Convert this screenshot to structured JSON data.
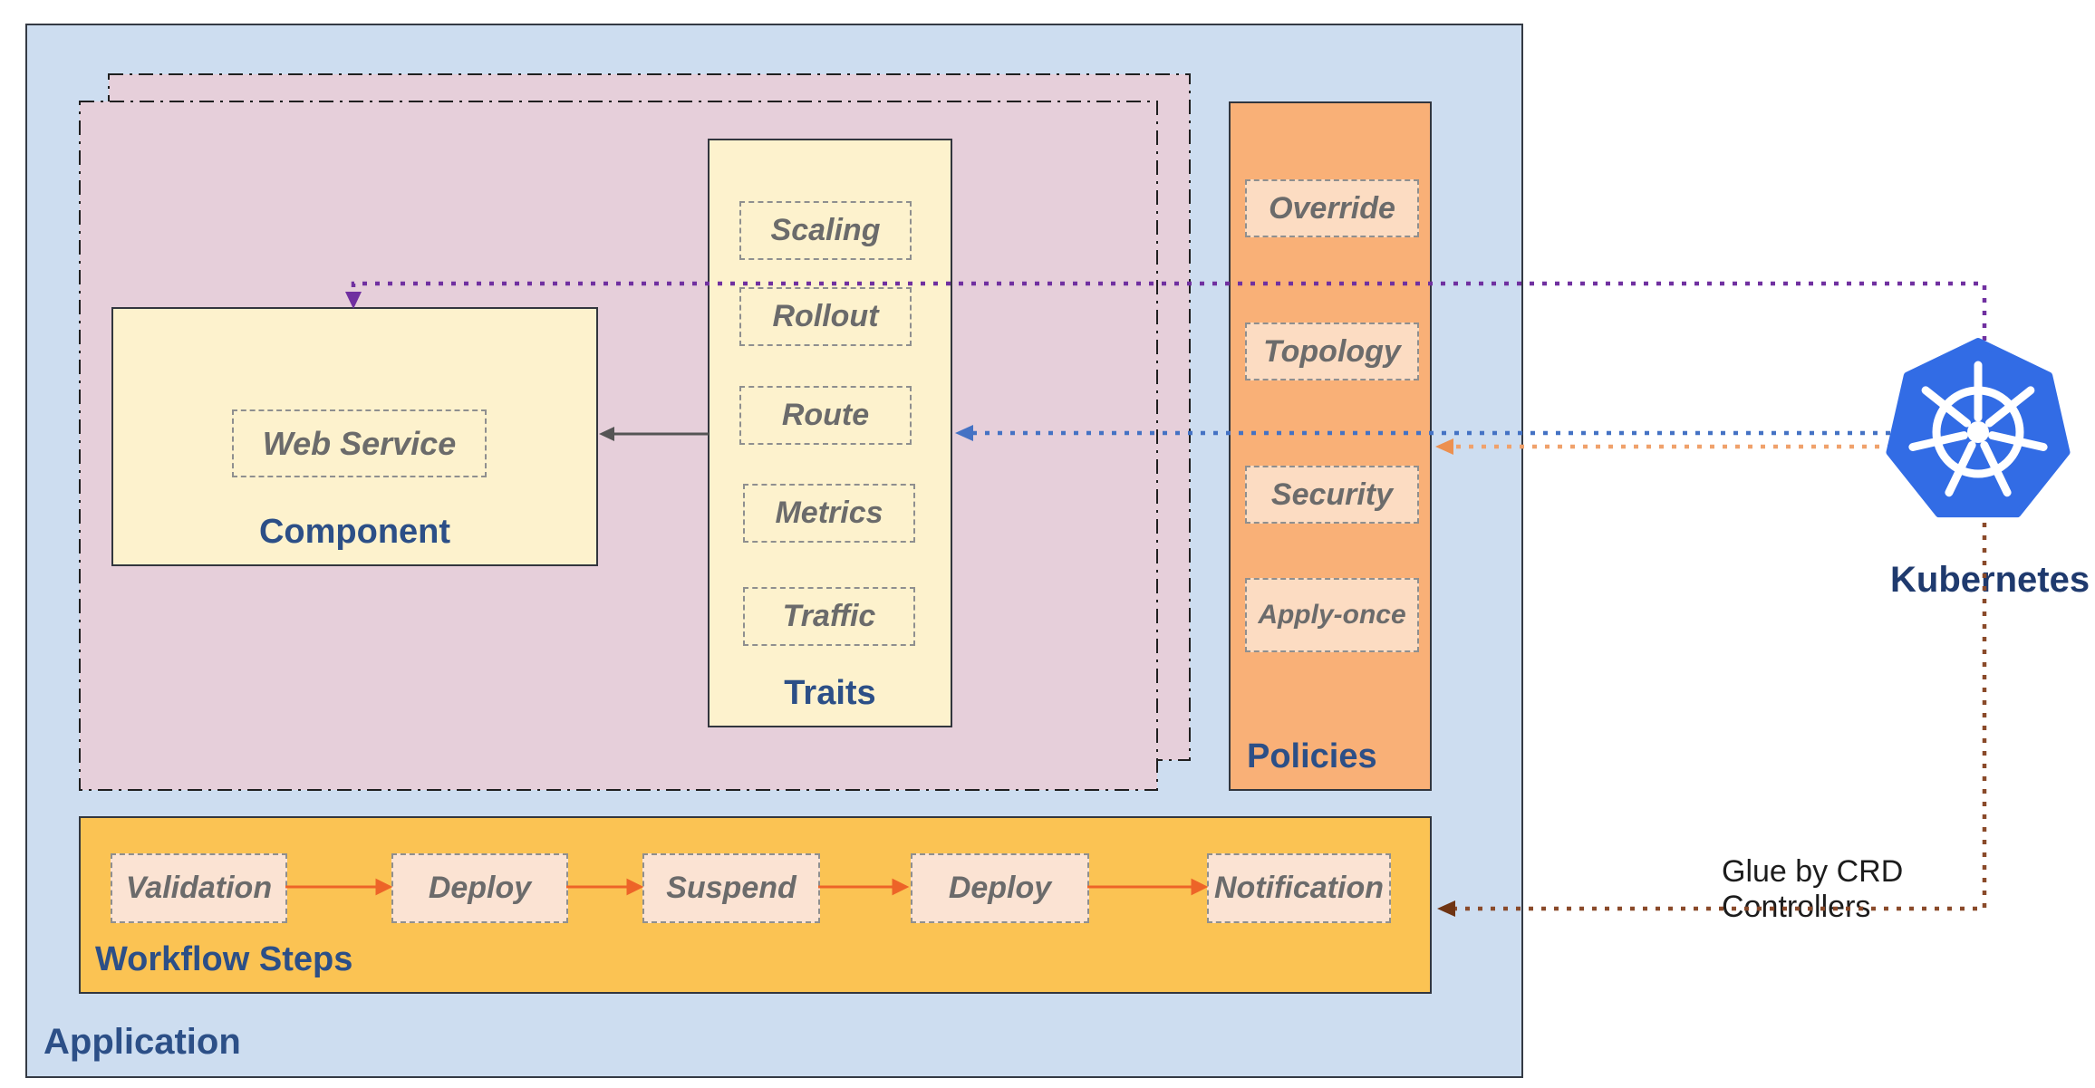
{
  "application": {
    "label": "Application"
  },
  "component": {
    "label": "Component",
    "items": [
      {
        "label": "Web Service"
      }
    ]
  },
  "traits": {
    "label": "Traits",
    "items": [
      "Scaling",
      "Rollout",
      "Route",
      "Metrics",
      "Traffic"
    ]
  },
  "policies": {
    "label": "Policies",
    "items": [
      "Override",
      "Topology",
      "Security",
      "Apply-once"
    ]
  },
  "workflow": {
    "label": "Workflow Steps",
    "steps": [
      "Validation",
      "Deploy",
      "Suspend",
      "Deploy",
      "Notification"
    ]
  },
  "kubernetes": {
    "label": "Kubernetes",
    "icon": "kubernetes-wheel-logo"
  },
  "annotations": {
    "glue": "Glue by CRD Controllers"
  },
  "connectors": [
    {
      "from": "kubernetes",
      "to": "component",
      "style": "dotted",
      "color": "#7030a0"
    },
    {
      "from": "kubernetes",
      "to": "traits",
      "style": "dotted",
      "color": "#4472c4"
    },
    {
      "from": "kubernetes",
      "to": "policies",
      "style": "dotted",
      "color": "#f0a16b"
    },
    {
      "from": "kubernetes",
      "to": "workflow",
      "style": "dotted",
      "color": "#8a4a2a"
    },
    {
      "from": "traits",
      "to": "component",
      "style": "solid",
      "color": "#555555"
    },
    {
      "from": "workflow-step",
      "to": "next-step",
      "style": "solid",
      "color": "#ed6428"
    }
  ],
  "colors": {
    "app_bg": "#cdddf0",
    "layer_pink": "#e6cfda",
    "box_yellow": "#fdf2cd",
    "policies_orange": "#f9b077",
    "policy_item": "#fcdcc2",
    "workflow_amber": "#fbc353",
    "step_item": "#fbe3d3",
    "label_navy": "#2c4f87",
    "item_text": "#6b6b6b",
    "k8s_blue": "#326ce5"
  }
}
